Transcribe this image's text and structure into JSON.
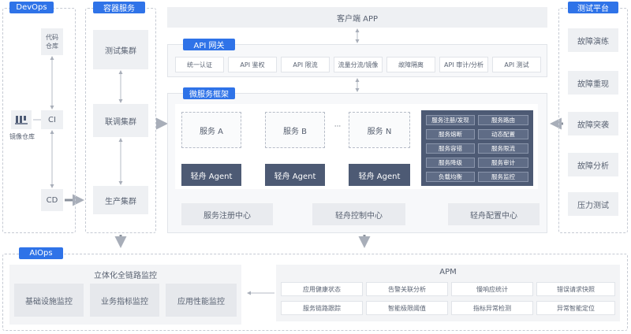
{
  "devops": {
    "title": "DevOps",
    "code_repo": "代码\n仓库",
    "ci": "CI",
    "cd": "CD",
    "image_repo": "镜像仓库"
  },
  "container": {
    "title": "容器服务",
    "clusters": [
      "测试集群",
      "联调集群",
      "生产集群"
    ]
  },
  "client": {
    "label": "客户端 APP"
  },
  "gateway": {
    "title": "API 网关",
    "items": [
      "统一认证",
      "API 鉴权",
      "API 限流",
      "流量分流/镜像",
      "故障隔离",
      "API 审计/分析",
      "API 测试"
    ]
  },
  "micro": {
    "title": "微服务框架",
    "services": [
      "服务 A",
      "服务 B",
      "服务 N"
    ],
    "ellipsis": "···",
    "agent": "轻舟 Agent",
    "features": [
      "服务注册/发现",
      "服务路由",
      "服务熔断",
      "动态配置",
      "服务容错",
      "服务限流",
      "服务降级",
      "服务审计",
      "负载均衡",
      "服务监控"
    ],
    "registry": "服务注册中心",
    "control": "轻舟控制中心",
    "config": "轻舟配置中心"
  },
  "testing": {
    "title": "测试平台",
    "items": [
      "故障演练",
      "故障重现",
      "故障突袭",
      "故障分析",
      "压力测试"
    ]
  },
  "aiops": {
    "title": "AIOps",
    "monitor_title": "立体化全链路监控",
    "monitors": [
      "基础设施监控",
      "业务指标监控",
      "应用性能监控"
    ],
    "apm_title": "APM",
    "apm_items": [
      "应用健康状态",
      "告警关联分析",
      "慢响应统计",
      "错误请求快照",
      "服务链路跟踪",
      "智能极限阈值",
      "指标异常检测",
      "异常智能定位"
    ]
  }
}
